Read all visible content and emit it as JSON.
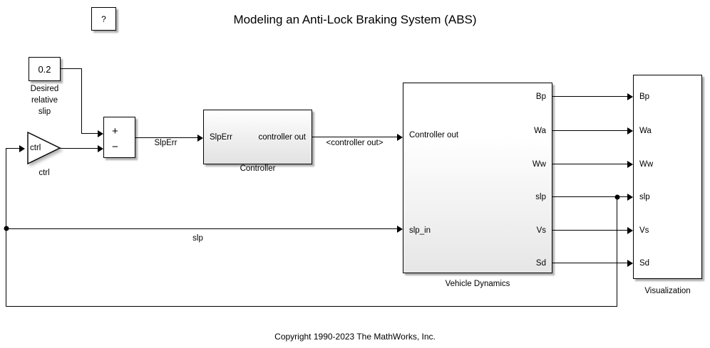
{
  "title": "Modeling an Anti-Lock Braking System (ABS)",
  "copyright": "Copyright 1990-2023 The MathWorks, Inc.",
  "help_block": {
    "glyph": "?"
  },
  "constant_block": {
    "value": "0.2",
    "caption_line1": "Desired",
    "caption_line2": "relative",
    "caption_line3": "slip"
  },
  "gain_block": {
    "value": "ctrl",
    "caption": "ctrl"
  },
  "sum_block": {
    "plus": "+",
    "minus": "−"
  },
  "controller_block": {
    "caption": "Controller",
    "input_port": "SlpErr",
    "output_port": "controller out"
  },
  "vehicle_block": {
    "caption": "Vehicle Dynamics",
    "inputs": [
      "Controller out",
      "slp_in"
    ],
    "outputs": [
      "Bp",
      "Wa",
      "Ww",
      "slp",
      "Vs",
      "Sd"
    ]
  },
  "visualization_block": {
    "caption": "Visualization",
    "inputs": [
      "Bp",
      "Wa",
      "Ww",
      "slp",
      "Vs",
      "Sd"
    ]
  },
  "signal_labels": {
    "slp_err": "SlpErr",
    "controller_out": "<controller out>",
    "slp": "slp"
  }
}
